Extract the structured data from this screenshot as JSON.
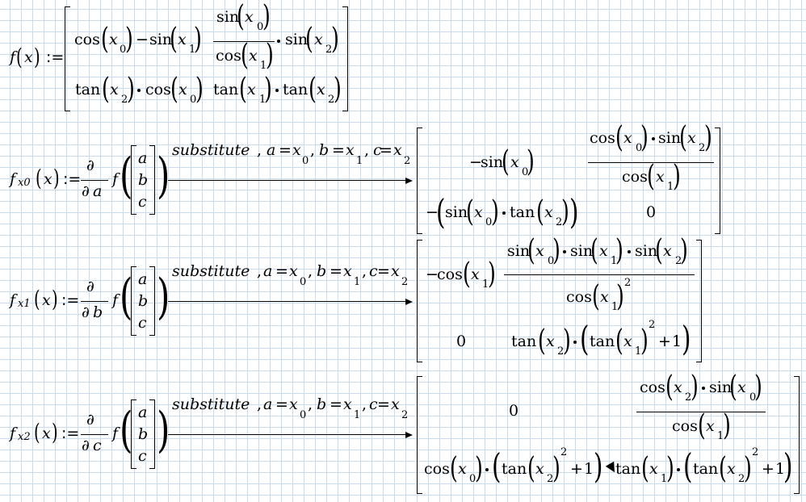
{
  "defs": {
    "f_name": "f",
    "x": "x",
    "assign": ":=",
    "fx0_name": "f",
    "fx0_sub": "x0",
    "fx1_name": "f",
    "fx1_sub": "x1",
    "fx2_name": "f",
    "fx2_sub": "x2"
  },
  "tokens": {
    "cos": "cos",
    "sin": "sin",
    "tan": "tan",
    "minus": "−",
    "plus": "+",
    "one": "1",
    "zero": "0",
    "two": "2",
    "partial": "∂",
    "a": "a",
    "b": "b",
    "c": "c",
    "sub0": "0",
    "sub1": "1",
    "sub2": "2"
  },
  "substitute": {
    "keyword": "substitute",
    "a_eq": "a",
    "b_eq": "b",
    "c_eq": "c",
    "eq": "=",
    "comma": ","
  }
}
